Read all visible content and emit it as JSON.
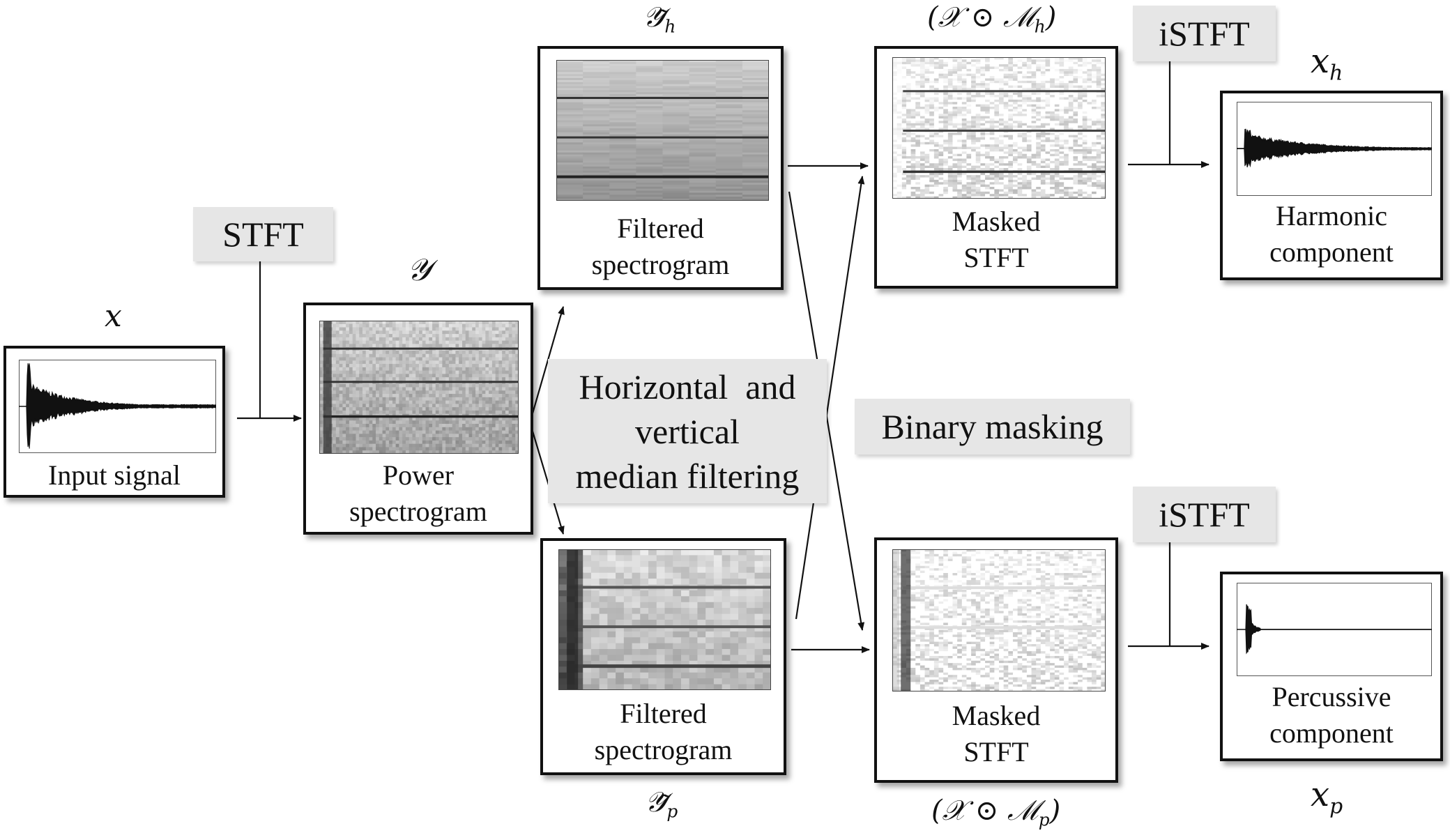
{
  "labels": {
    "input_caption": [
      "Input signal"
    ],
    "power_caption": [
      "Power",
      "spectrogram"
    ],
    "filtered_h_caption": [
      "Filtered",
      "spectrogram"
    ],
    "filtered_p_caption": [
      "Filtered",
      "spectrogram"
    ],
    "masked_h_caption": [
      "Masked",
      "STFT"
    ],
    "masked_p_caption": [
      "Masked",
      "STFT"
    ],
    "harmonic_caption": [
      "Harmonic",
      "component"
    ],
    "percussive_caption": [
      "Percussive",
      "component"
    ]
  },
  "tags": {
    "stft": "STFT",
    "istft_top": "iSTFT",
    "istft_bottom": "iSTFT",
    "median_filtering": [
      "Horizontal  and",
      "vertical",
      "median filtering"
    ],
    "binary_masking": "Binary masking"
  },
  "symbols": {
    "x": "x",
    "y": "𝒴",
    "y_h": "𝒴̃",
    "y_h_sub": "h",
    "y_p": "𝒴̃",
    "y_p_sub": "p",
    "mask_h": "(𝒳 ⊙ ℳ",
    "mask_h_sub": "h",
    "mask_h_close": ")",
    "mask_p": "(𝒳 ⊙ ℳ",
    "mask_p_sub": "p",
    "mask_p_close": ")",
    "x_h": "x",
    "x_h_sub": "h",
    "x_p": "x",
    "x_p_sub": "p"
  },
  "colors": {
    "box_border": "#111111",
    "tag_background": "#e6e6e6",
    "arrow": "#111111"
  }
}
